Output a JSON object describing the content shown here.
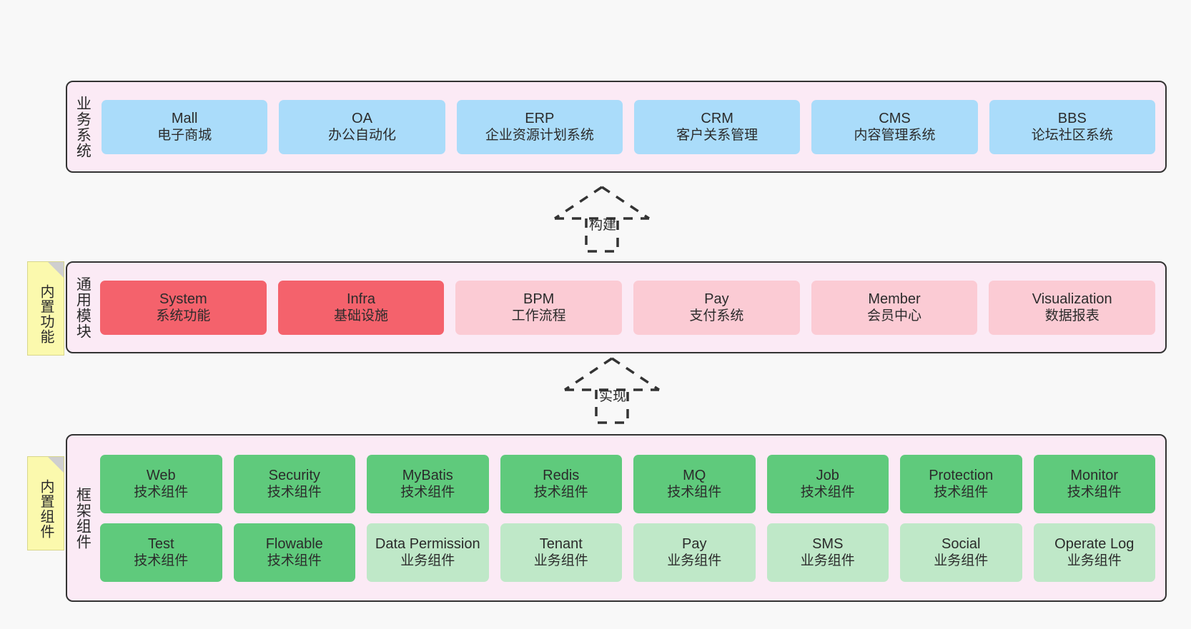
{
  "diagram": {
    "background_color": "#f8f8f8",
    "layer_fill": "#fbeaf5",
    "layer_border": "#333333",
    "note_fill": "#fbf9ad"
  },
  "layers": [
    {
      "id": "business",
      "title": "业务系统",
      "accent": "#aadcfa",
      "rows": [
        {
          "cells": [
            {
              "name": "Mall",
              "desc": "电子商城",
              "style": "c-blue"
            },
            {
              "name": "OA",
              "desc": "办公自动化",
              "style": "c-blue"
            },
            {
              "name": "ERP",
              "desc": "企业资源计划系统",
              "style": "c-blue"
            },
            {
              "name": "CRM",
              "desc": "客户关系管理",
              "style": "c-blue"
            },
            {
              "name": "CMS",
              "desc": "内容管理系统",
              "style": "c-blue"
            },
            {
              "name": "BBS",
              "desc": "论坛社区系统",
              "style": "c-blue"
            }
          ]
        }
      ]
    },
    {
      "id": "common",
      "title": "通用模块",
      "accent": "#f4626c",
      "note": "内置功能",
      "rows": [
        {
          "cells": [
            {
              "name": "System",
              "desc": "系统功能",
              "style": "c-red-strong"
            },
            {
              "name": "Infra",
              "desc": "基础设施",
              "style": "c-red-strong"
            },
            {
              "name": "BPM",
              "desc": "工作流程",
              "style": "c-red-light"
            },
            {
              "name": "Pay",
              "desc": "支付系统",
              "style": "c-red-light"
            },
            {
              "name": "Member",
              "desc": "会员中心",
              "style": "c-red-light"
            },
            {
              "name": "Visualization",
              "desc": "数据报表",
              "style": "c-red-light"
            }
          ]
        }
      ]
    },
    {
      "id": "frame",
      "title": "框架组件",
      "accent": "#5fca7c",
      "note": "内置组件",
      "rows": [
        {
          "cells": [
            {
              "name": "Web",
              "desc": "技术组件",
              "style": "c-green-strong"
            },
            {
              "name": "Security",
              "desc": "技术组件",
              "style": "c-green-strong"
            },
            {
              "name": "MyBatis",
              "desc": "技术组件",
              "style": "c-green-strong"
            },
            {
              "name": "Redis",
              "desc": "技术组件",
              "style": "c-green-strong"
            },
            {
              "name": "MQ",
              "desc": "技术组件",
              "style": "c-green-strong"
            },
            {
              "name": "Job",
              "desc": "技术组件",
              "style": "c-green-strong"
            },
            {
              "name": "Protection",
              "desc": "技术组件",
              "style": "c-green-strong"
            },
            {
              "name": "Monitor",
              "desc": "技术组件",
              "style": "c-green-strong"
            }
          ]
        },
        {
          "cells": [
            {
              "name": "Test",
              "desc": "技术组件",
              "style": "c-green-strong"
            },
            {
              "name": "Flowable",
              "desc": "技术组件",
              "style": "c-green-strong"
            },
            {
              "name": "Data Permission",
              "desc": "业务组件",
              "style": "c-green-light"
            },
            {
              "name": "Tenant",
              "desc": "业务组件",
              "style": "c-green-light"
            },
            {
              "name": "Pay",
              "desc": "业务组件",
              "style": "c-green-light"
            },
            {
              "name": "SMS",
              "desc": "业务组件",
              "style": "c-green-light"
            },
            {
              "name": "Social",
              "desc": "业务组件",
              "style": "c-green-light"
            },
            {
              "name": "Operate Log",
              "desc": "业务组件",
              "style": "c-green-light"
            }
          ]
        }
      ]
    }
  ],
  "connectors": [
    {
      "id": "build",
      "label": "构建",
      "from": "common",
      "to": "business",
      "style": "dashed-generalization"
    },
    {
      "id": "impl",
      "label": "实现",
      "from": "frame",
      "to": "common",
      "style": "dashed-generalization"
    }
  ]
}
